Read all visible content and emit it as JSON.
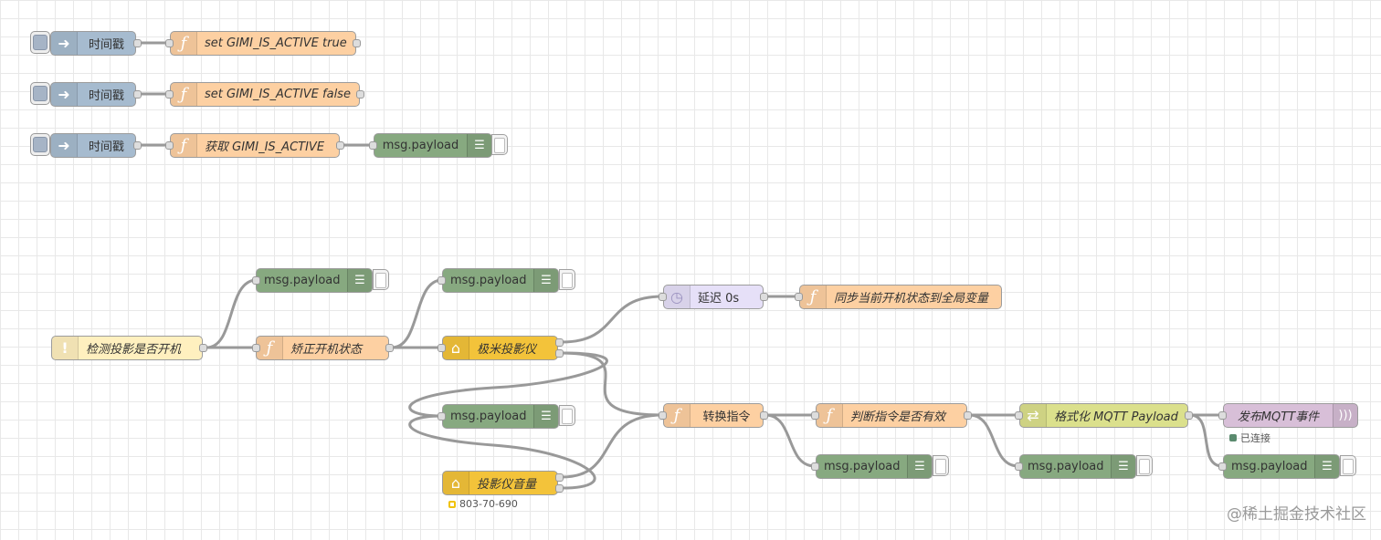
{
  "canvas": {
    "background": "#ffffff",
    "grid_color": "#e8e8e8",
    "wire_color": "#999999"
  },
  "node_colors": {
    "inject": "#a6bbcf",
    "function": "#fdd0a2",
    "debug": "#87a980",
    "status": "#fff0bf",
    "homeassistant": "#f3c33a",
    "delay": "#e6e0f8",
    "change": "#dbe08c",
    "mqtt_out": "#d8bfd8"
  },
  "nodes": {
    "inject1": {
      "label": "时间戳",
      "icon": "arrow-right-icon"
    },
    "fn_set_true": {
      "label": "set GIMI_IS_ACTIVE true",
      "icon": "function-icon"
    },
    "inject2": {
      "label": "时间戳",
      "icon": "arrow-right-icon"
    },
    "fn_set_false": {
      "label": "set GIMI_IS_ACTIVE false",
      "icon": "function-icon"
    },
    "inject3": {
      "label": "时间戳",
      "icon": "arrow-right-icon"
    },
    "fn_get": {
      "label": "获取 GIMI_IS_ACTIVE",
      "icon": "function-icon"
    },
    "debug1": {
      "label": "msg.payload",
      "icon": "list-icon"
    },
    "check_power": {
      "label": "检测投影是否开机",
      "icon": "exclamation-icon"
    },
    "debug2": {
      "label": "msg.payload",
      "icon": "list-icon"
    },
    "fn_correct": {
      "label": "矫正开机状态",
      "icon": "function-icon"
    },
    "debug3": {
      "label": "msg.payload",
      "icon": "list-icon"
    },
    "ha_projector": {
      "label": "极米投影仪",
      "icon": "home-icon"
    },
    "delay": {
      "label": "延迟 0s",
      "icon": "timer-icon"
    },
    "fn_sync": {
      "label": "同步当前开机状态到全局变量",
      "icon": "function-icon"
    },
    "debug4": {
      "label": "msg.payload",
      "icon": "list-icon"
    },
    "fn_convert": {
      "label": "转换指令",
      "icon": "function-icon"
    },
    "fn_validate": {
      "label": "判断指令是否有效",
      "icon": "function-icon"
    },
    "format_mqtt": {
      "label": "格式化 MQTT Payload",
      "icon": "shuffle-icon"
    },
    "publish_mqtt": {
      "label": "发布MQTT事件",
      "icon": "broadcast-icon"
    },
    "publish_status": {
      "label": "已连接",
      "color": "#5a8a6e"
    },
    "ha_volume": {
      "label": "投影仪音量",
      "icon": "home-icon"
    },
    "volume_status": {
      "label": "803-70-690",
      "color": "#f0c20c"
    },
    "debug5": {
      "label": "msg.payload",
      "icon": "list-icon"
    },
    "debug6": {
      "label": "msg.payload",
      "icon": "list-icon"
    },
    "debug7": {
      "label": "msg.payload",
      "icon": "list-icon"
    }
  },
  "watermark": "@稀土掘金技术社区"
}
